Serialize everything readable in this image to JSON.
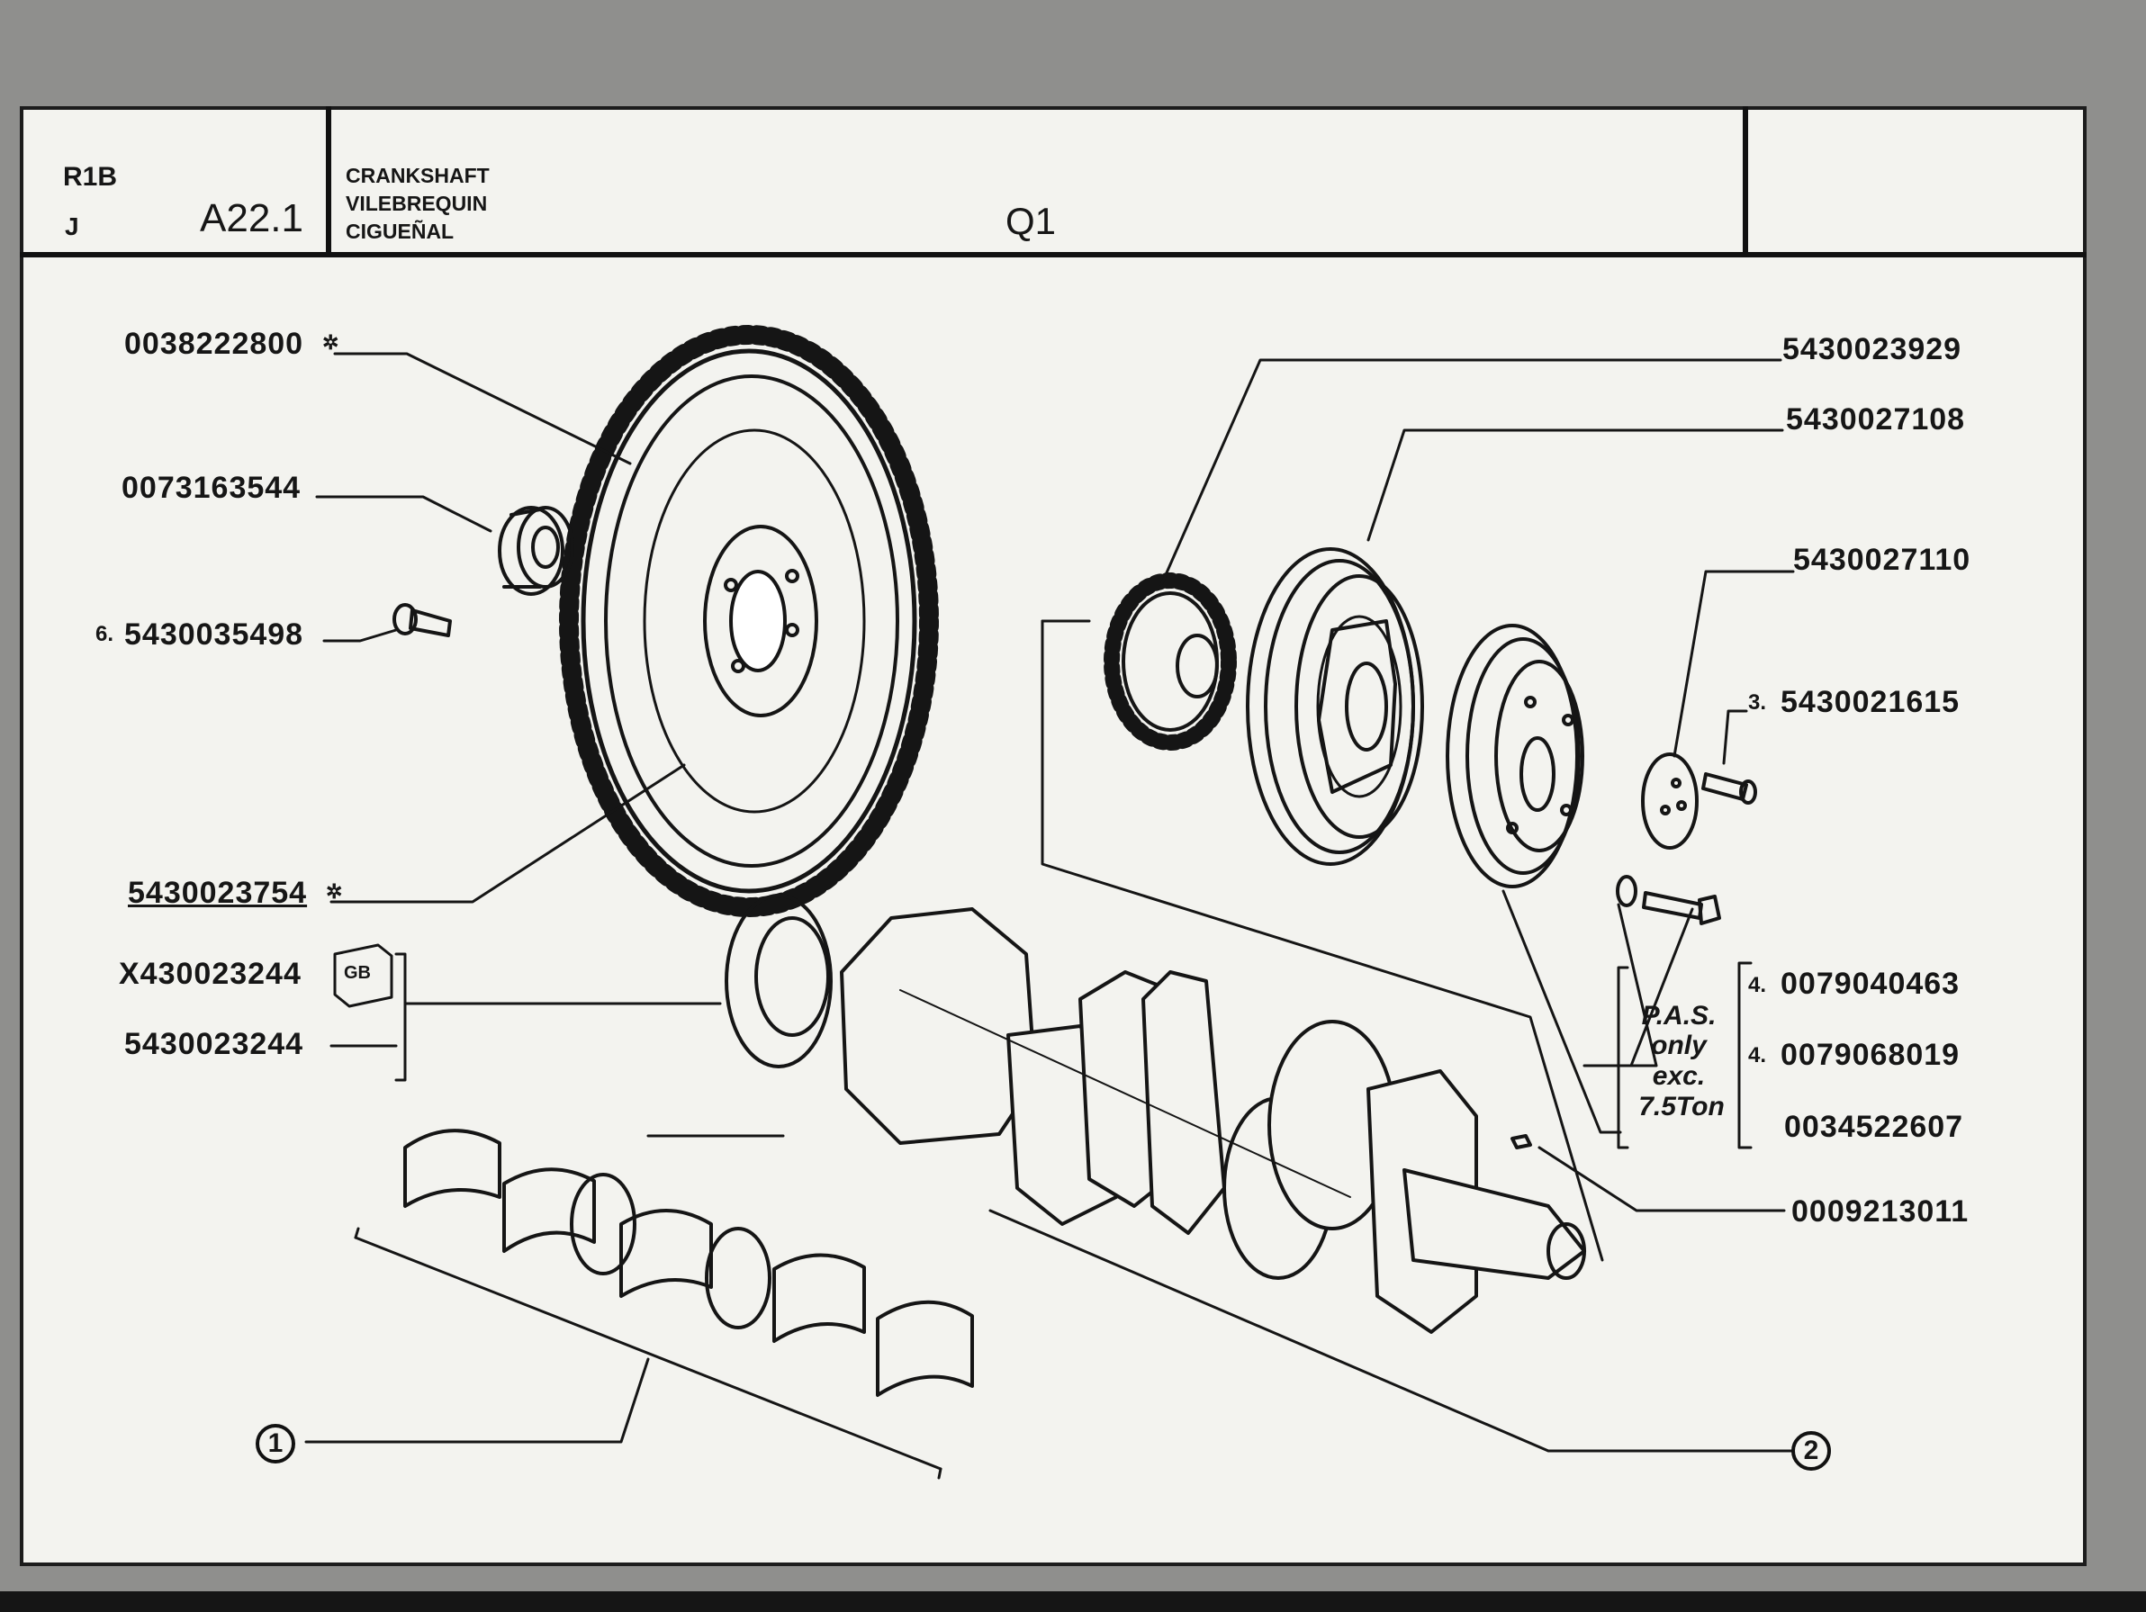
{
  "header": {
    "code_top": "R1B",
    "code_bottom": "J",
    "section": "A22.1",
    "title_en": "CRANKSHAFT",
    "title_fr": "VILEBREQUIN",
    "title_es": "CIGUEÑAL",
    "page_id": "Q1"
  },
  "parts": {
    "p0038222800": "0038222800",
    "p0073163544": "0073163544",
    "p5430035498": "5430035498",
    "p5430023754": "5430023754",
    "pX430023244": "X430023244",
    "p5430023244": "5430023244",
    "p5430023929": "5430023929",
    "p5430027108": "5430027108",
    "p5430027110": "5430027110",
    "p5430021615": "5430021615",
    "p0079040463": "0079040463",
    "p0079068019": "0079068019",
    "p0034522607": "0034522607",
    "p0009213011": "0009213011"
  },
  "quantities": {
    "q5430035498": "6.",
    "q5430021615": "3.",
    "q0079040463": "4.",
    "q0079068019": "4."
  },
  "marks": {
    "star": "✲",
    "gb_badge": "GB"
  },
  "note": {
    "line1": "P.A.S.",
    "line2": "only",
    "line3": "exc.",
    "line4": "7.5Ton"
  },
  "callouts": {
    "c1": "1",
    "c2": "2"
  }
}
